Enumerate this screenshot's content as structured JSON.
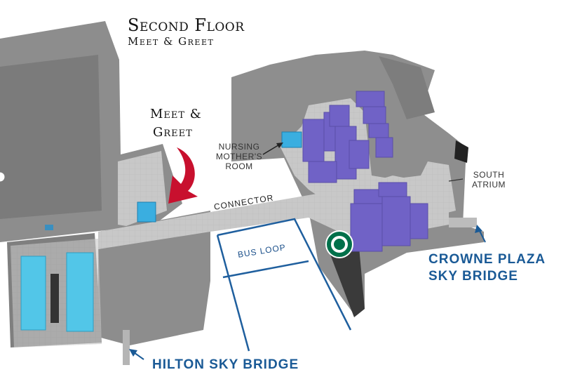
{
  "map": {
    "title": "Second Floor",
    "subtitle": "Meet & Greet",
    "callout": {
      "line1": "Meet &",
      "line2": "Greet"
    },
    "labels": {
      "nursing_line1": "NURSING",
      "nursing_line2": "MOTHER'S",
      "nursing_line3": "ROOM",
      "south_line1": "SOUTH",
      "south_line2": "ATRIUM",
      "connector": "CONNECTOR",
      "bus_loop": "BUS LOOP",
      "crowne_line1": "CROWNE PLAZA",
      "crowne_line2": "SKY BRIDGE",
      "hilton": "HILTON SKY BRIDGE"
    },
    "colors": {
      "building": "#8c8c8c",
      "building_dark": "#6d6d6d",
      "corridor": "#c9c9c9",
      "meeting_rooms_purple": "#6f5fc2",
      "meeting_rooms_cyan": "#4fc3e6",
      "meet_greet_room": "#3aaee0",
      "arrow": "#c8102e",
      "bus_loop_line": "#1f5f9e",
      "label_blue": "#1a5a96",
      "starbucks": "#00704a"
    },
    "icons": [
      "starbucks-logo",
      "meet-greet-arrow-icon",
      "crowne-arrow-icon",
      "hilton-arrow-icon",
      "nursing-arrow-icon"
    ]
  }
}
